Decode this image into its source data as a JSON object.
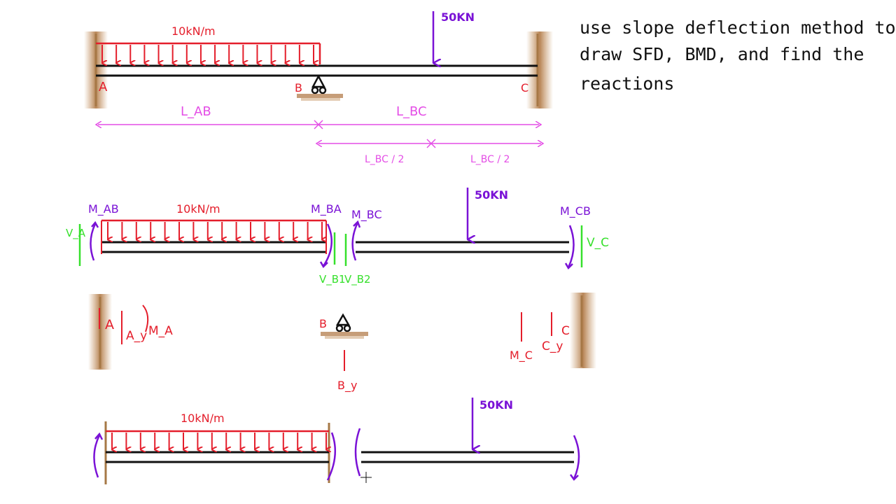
{
  "instruction": {
    "line1": "use slope deflection method to",
    "line2": "draw SFD, BMD, and find the",
    "line3": "reactions"
  },
  "beam1": {
    "udl_label": "10kN/m",
    "point_load_label": "50KN",
    "support_a_label": "A",
    "support_b_label": "B",
    "support_c_label": "C",
    "span_ab_label": "L_AB",
    "span_bc_label": "L_BC",
    "half_span_label_1": "L_BC / 2",
    "half_span_label_2": "L_BC / 2"
  },
  "fbd": {
    "udl_label": "10kN/m",
    "point_load_label": "50KN",
    "moment_ab": "M_AB",
    "moment_ba": "M_BA",
    "moment_bc": "M_BC",
    "moment_cb": "M_CB",
    "shear_a": "V_A",
    "shear_b1": "V_B1",
    "shear_b2": "V_B2",
    "shear_c": "V_C"
  },
  "reactions": {
    "a_label": "A",
    "ay_label": "A_y",
    "ma_label": "M_A",
    "b_label": "B",
    "by_label": "B_y",
    "c_label": "C",
    "mc_label": "M_C",
    "cy_label": "C_y"
  },
  "beam3": {
    "udl_label": "10kN/m",
    "point_load_label": "50KN"
  },
  "colors": {
    "red": "#e41e2b",
    "purple": "#7a12d6",
    "magenta": "#e44ee6",
    "green": "#36e02c",
    "brown": "#a67846",
    "black": "#111111"
  }
}
